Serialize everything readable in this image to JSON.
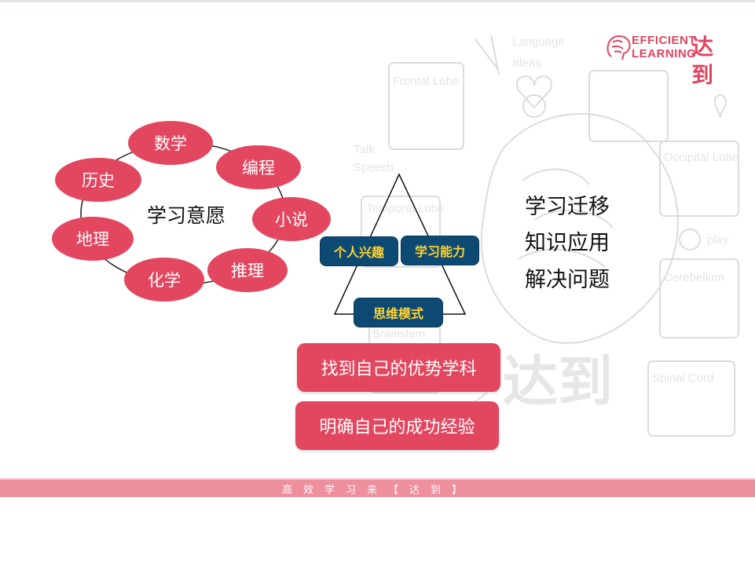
{
  "brand": {
    "en_line1": "EFFICIENT",
    "en_line2": "LEARNING",
    "cn": "达到",
    "color": "#e0455f"
  },
  "interests": {
    "center": "学习意愿",
    "subjects": [
      "数学",
      "编程",
      "小说",
      "推理",
      "化学",
      "地理",
      "历史"
    ]
  },
  "pyramid": {
    "top_left": "个人兴趣",
    "top_right": "学习能力",
    "bottom": "思维模式"
  },
  "outcomes": [
    "学习迁移",
    "知识应用",
    "解决问题"
  ],
  "actions": {
    "primary": "找到自己的优势学科",
    "secondary": "明确自己的成功经验"
  },
  "footer": {
    "slogan": "高效学习来【达到】"
  },
  "colors": {
    "accent_red": "#e2475f",
    "navy": "#0d4a73",
    "gold": "#ffd230",
    "footer_pink": "#ee8f9e"
  }
}
